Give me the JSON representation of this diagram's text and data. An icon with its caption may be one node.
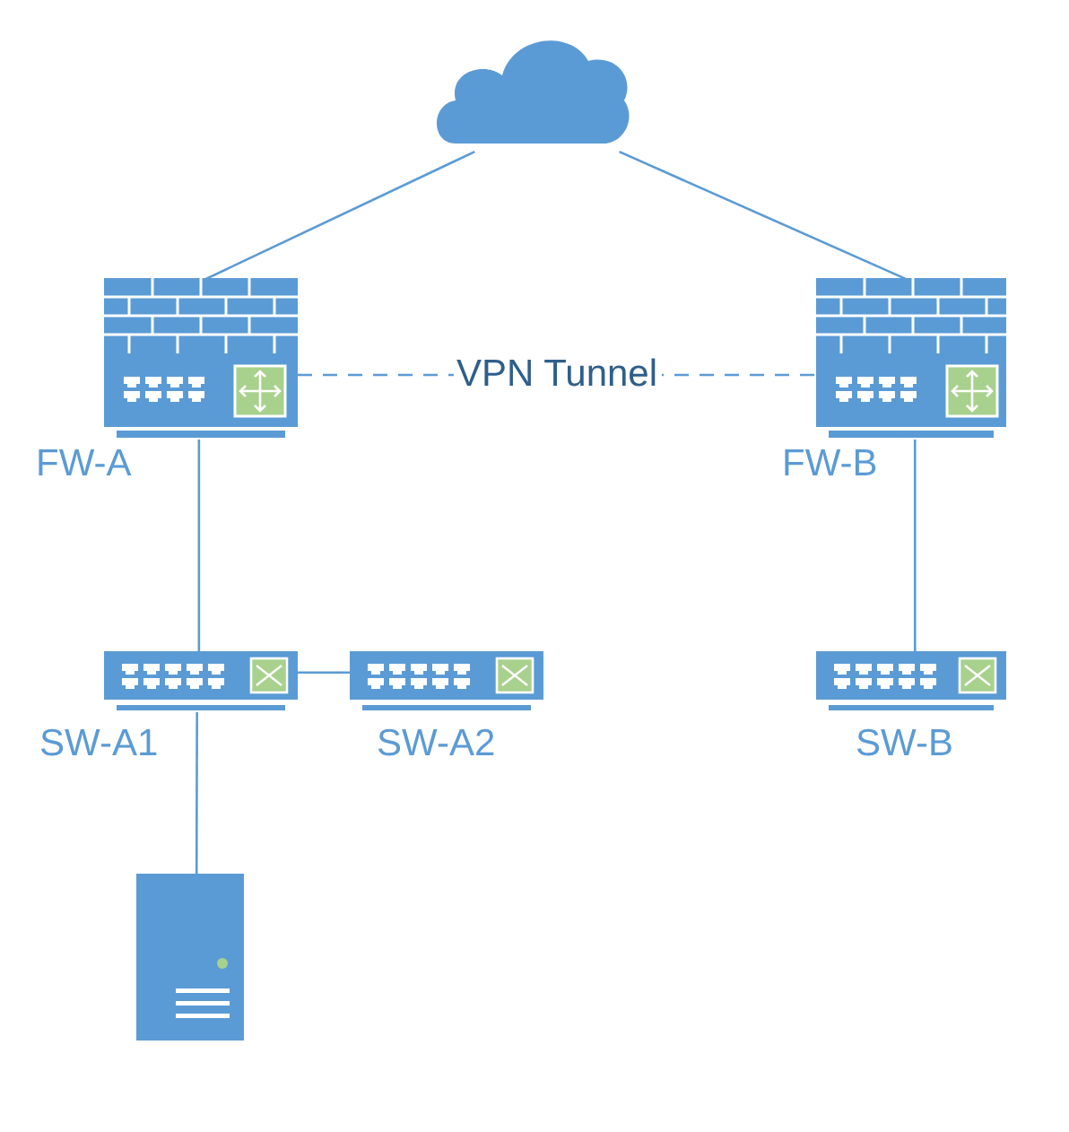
{
  "diagram": {
    "nodes": [
      {
        "text": [],
        "shape": "cloud"
      },
      {
        "text": [
          "FW-A"
        ]
      },
      {
        "text": [
          "FW-B"
        ]
      },
      {
        "text": [
          "SW-A1"
        ]
      },
      {
        "text": [
          "SW-A2"
        ]
      },
      {
        "text": [
          "SW-B"
        ]
      },
      {
        "text": [],
        "shape": "box"
      }
    ],
    "edges": [
      {
        "from": 0,
        "to": 1,
        "arrow": "none"
      },
      {
        "from": 0,
        "to": 2,
        "arrow": "none"
      },
      {
        "from": 1,
        "to": 2,
        "arrow": "none",
        "label": "VPN Tunnel",
        "style": "dashed"
      },
      {
        "from": 1,
        "to": 3,
        "arrow": "none"
      },
      {
        "from": 3,
        "to": 4,
        "arrow": "none"
      },
      {
        "from": 2,
        "to": 5,
        "arrow": "none"
      },
      {
        "from": 3,
        "to": 6,
        "arrow": "none"
      }
    ]
  }
}
